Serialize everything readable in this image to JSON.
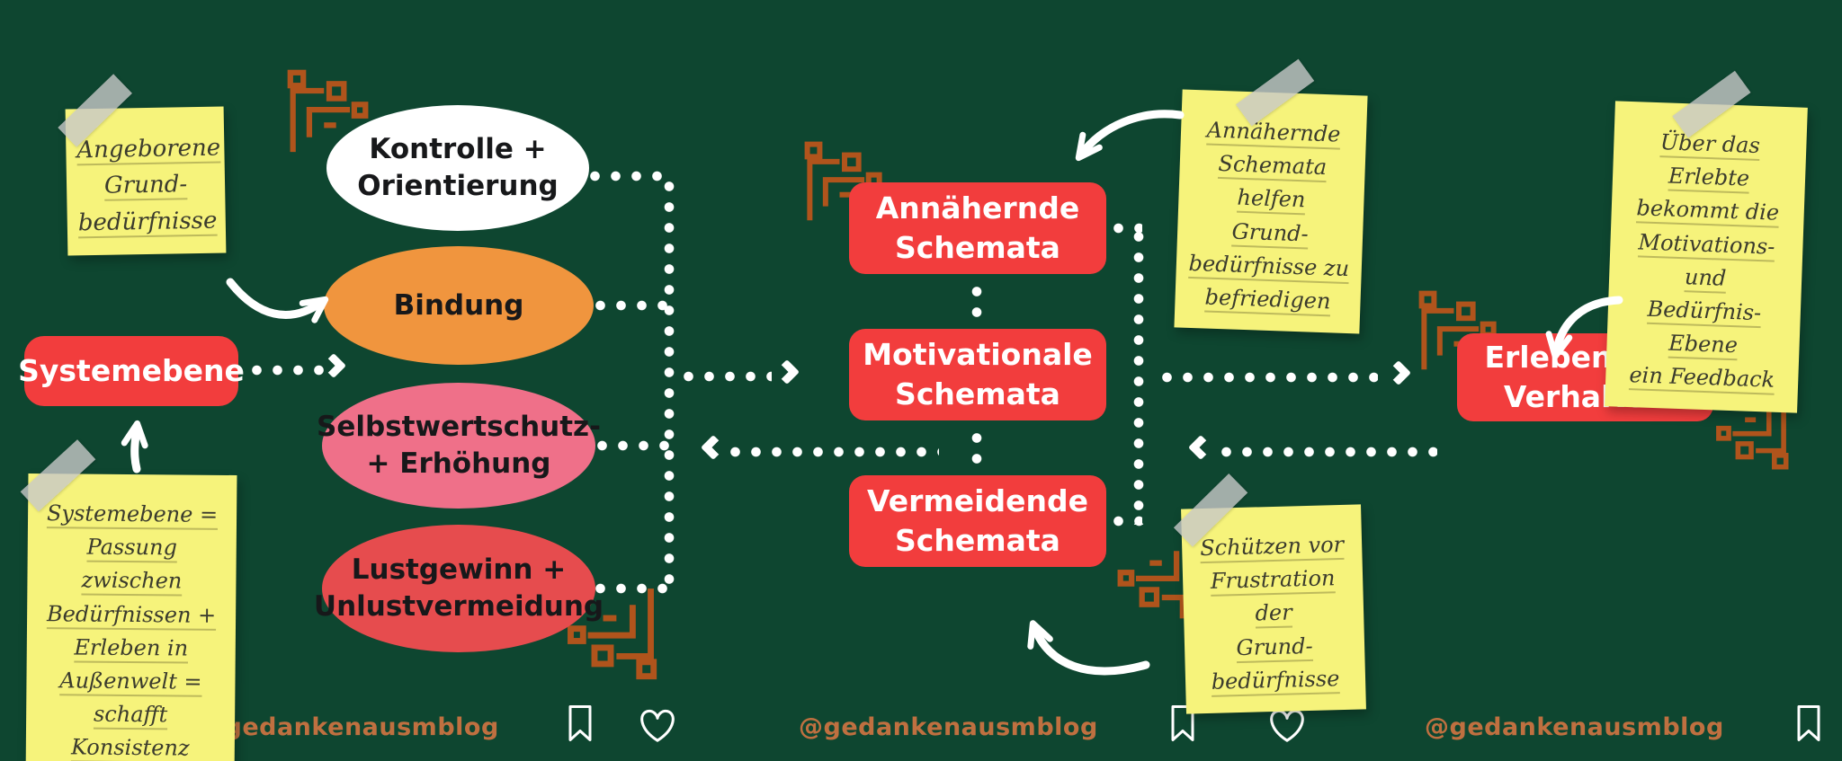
{
  "colors": {
    "bg": "#0e4630",
    "nodeRed": "#f23d3d",
    "orange": "#f0953e",
    "pink": "#ef7089",
    "ellipseRed": "#e64c4e",
    "noteYellow": "#f6f37b",
    "ink": "#17181a",
    "noteInk": "#3b3b2d",
    "ornament": "#b0541c",
    "handleText": "#bf7040"
  },
  "needs": {
    "items": [
      {
        "id": "kontrolle-orientierung",
        "lines": [
          "Kontrolle +",
          "Orientierung"
        ]
      },
      {
        "id": "bindung",
        "lines": [
          "Bindung"
        ]
      },
      {
        "id": "selbstwertschutz",
        "lines": [
          "Selbstwertschutz-",
          "+ Erhöhung"
        ]
      },
      {
        "id": "lustgewinn",
        "lines": [
          "Lustgewinn +",
          "Unlustvermeidung"
        ]
      }
    ]
  },
  "system": {
    "label": "Systemebene"
  },
  "schemata": {
    "items": [
      {
        "lines": [
          "Annähernde",
          "Schemata"
        ]
      },
      {
        "lines": [
          "Motivationale",
          "Schemata"
        ]
      },
      {
        "lines": [
          "Vermeidende",
          "Schemata"
        ]
      }
    ]
  },
  "outcome": {
    "lines": [
      "Erleben und",
      "Verhalten"
    ]
  },
  "notes": {
    "angeborene": {
      "lines": [
        "Angeborene",
        "Grund-",
        "bedürfnisse"
      ]
    },
    "system": {
      "lines": [
        "Systemebene =",
        "Passung zwischen",
        "Bedürfnissen +",
        "Erleben in",
        "Außenwelt =",
        "schafft Konsistenz"
      ]
    },
    "annaehernd": {
      "lines": [
        "Annähernde",
        "Schemata helfen",
        "Grund-",
        "bedürfnisse zu",
        "befriedigen"
      ]
    },
    "schuetzen": {
      "lines": [
        "Schützen vor",
        "Frustration der",
        "Grund-",
        "bedürfnisse"
      ]
    },
    "feedback": {
      "lines": [
        "Über das Erlebte",
        "bekommt die",
        "Motivations- und",
        "Bedürfnis-Ebene",
        "ein Feedback"
      ]
    }
  },
  "footer": {
    "handle": "@gedankenausmblog"
  }
}
